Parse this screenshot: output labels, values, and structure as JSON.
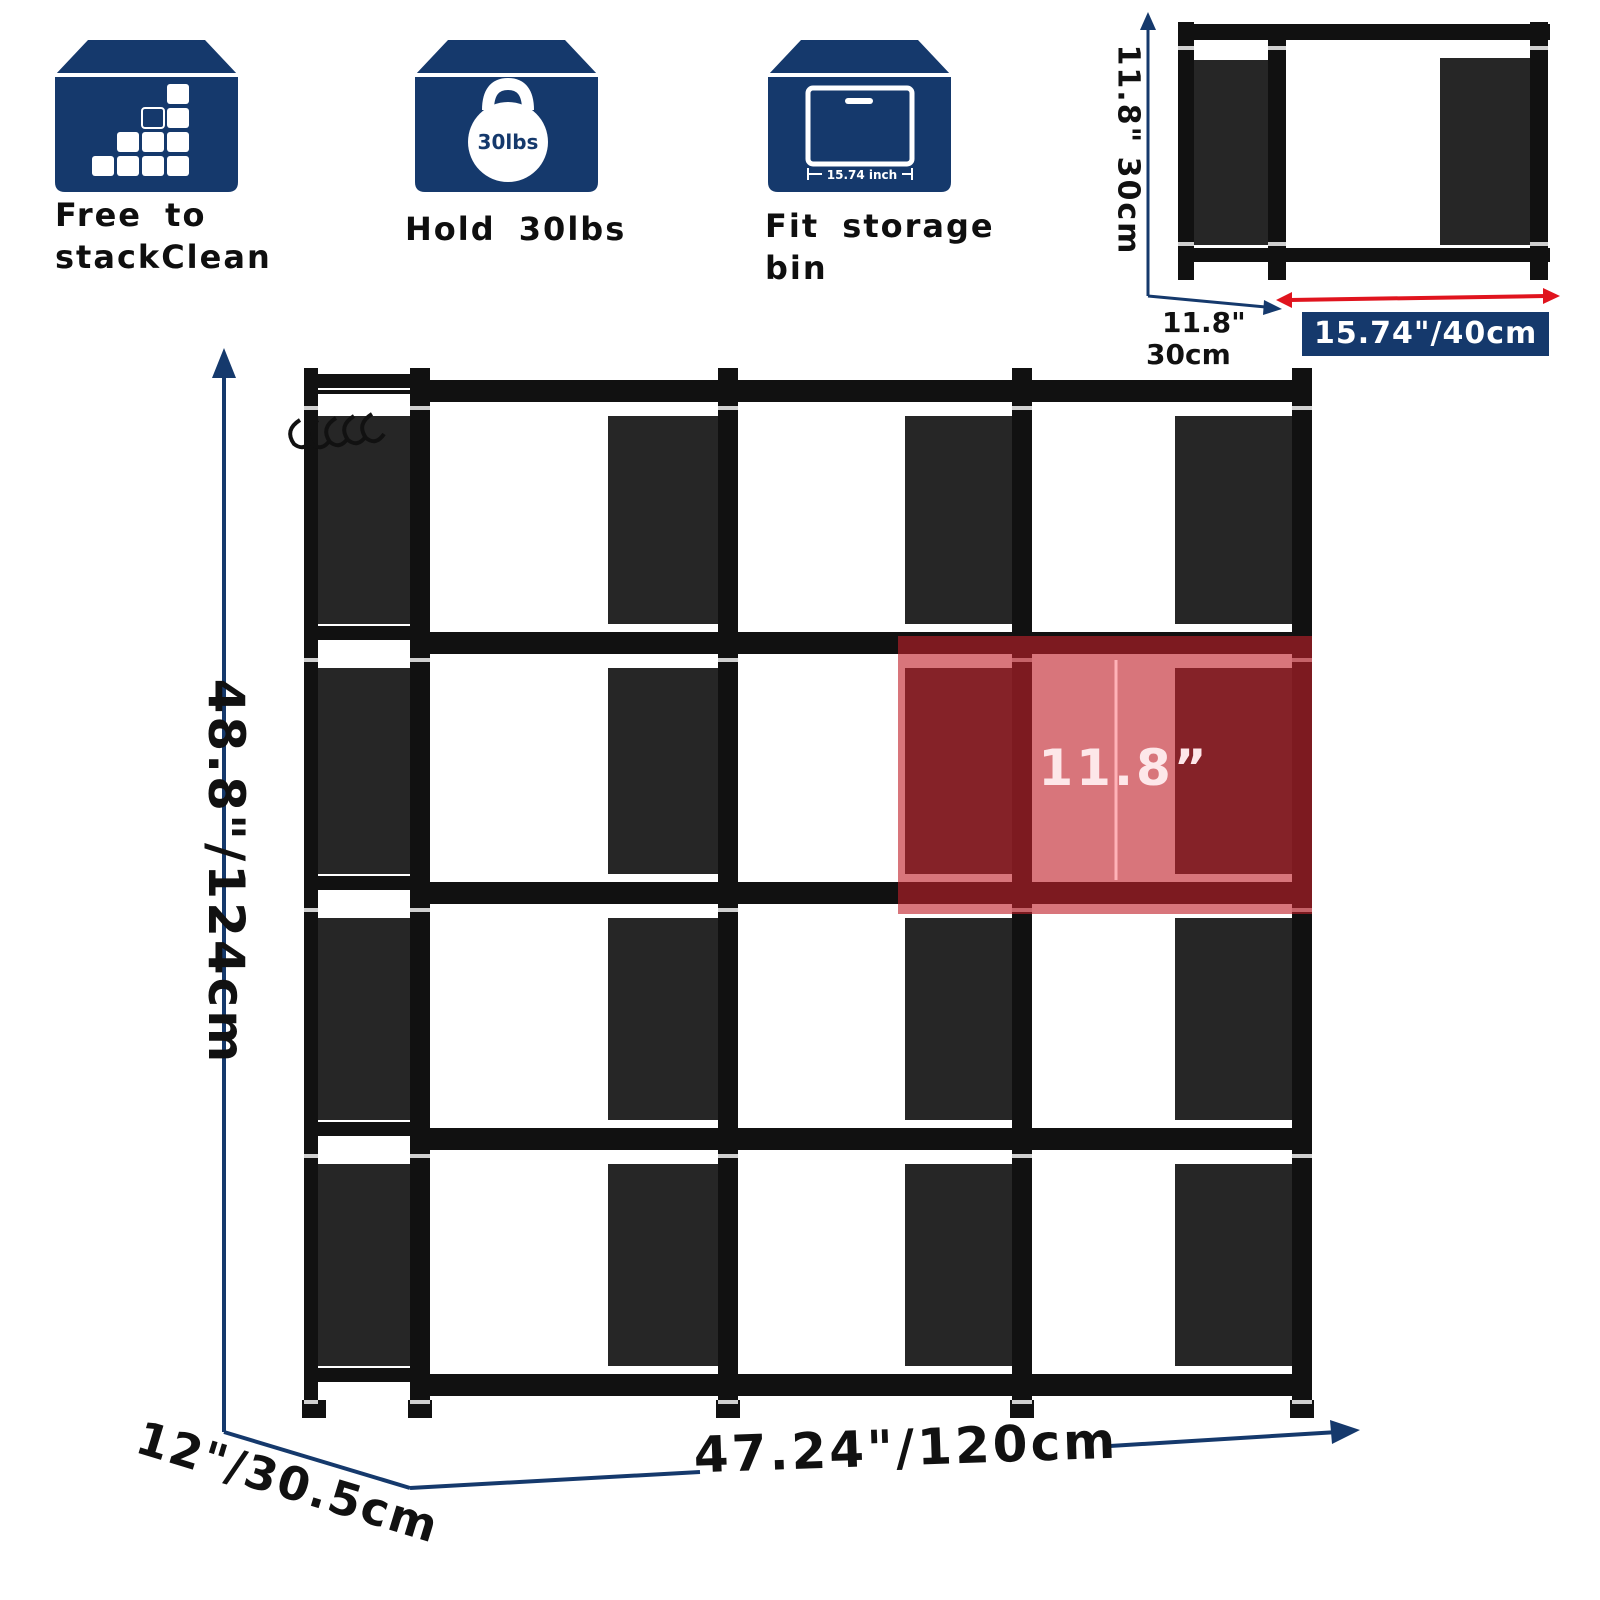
{
  "features": [
    {
      "icon": "stack-cubes-icon",
      "label": "Free to\nstackClean"
    },
    {
      "icon": "kettlebell-icon",
      "icon_text": "30lbs",
      "label": "Hold 30lbs"
    },
    {
      "icon": "storage-bin-icon",
      "icon_text": "15.74 inch",
      "label": "Fit storage\nbin"
    }
  ],
  "small_unit": {
    "height": "11.8\" 30cm",
    "depth_in": "11.8\"",
    "depth_cm": "30cm",
    "width": "15.74\"/40cm"
  },
  "main": {
    "height": "48.8\"/124cm",
    "width": "47.24\"/120cm",
    "depth": "12\"/30.5cm",
    "cube_height": "11.8”"
  },
  "colors": {
    "navy": "#15396c",
    "frame": "#111111",
    "panel": "#262626",
    "highlight": "#c0202a",
    "arrow_red": "#e0141e"
  }
}
